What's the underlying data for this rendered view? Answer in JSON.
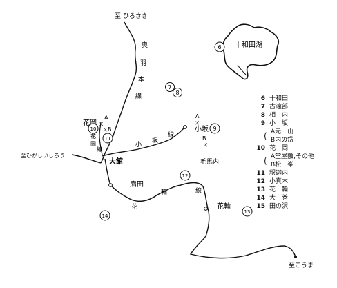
{
  "map": {
    "destinations": {
      "hirosaki": "至 ひろさき",
      "higashi_shiroishi": "至ひがしいしろう",
      "kouma": "至こうま"
    },
    "lines": {
      "ou": [
        "奥",
        "羽",
        "本",
        "線"
      ],
      "kosaka": [
        "小",
        "坂",
        "線"
      ],
      "hanawa": [
        "花",
        "輪",
        "線"
      ]
    },
    "places": {
      "towada_lake": "十和田湖",
      "odate": "大館",
      "ogita": "扇田",
      "kosaka": "小坂",
      "kemanai": "毛馬内",
      "hanaoka": "花岡",
      "hanawa": "花輪",
      "hanaoka_line": [
        "花",
        "岡",
        "線"
      ]
    },
    "mine_labels": {
      "kosaka_a": "A",
      "kosaka_b": "B",
      "hanaoka_a": "A",
      "hanaoka_b": "B"
    },
    "mine_symbol": "ㄨ",
    "markers": [
      {
        "id": "6",
        "label": "6"
      },
      {
        "id": "7",
        "label": "7"
      },
      {
        "id": "8",
        "label": "8"
      },
      {
        "id": "9",
        "label": "9"
      },
      {
        "id": "10",
        "label": "10"
      },
      {
        "id": "11",
        "label": "11"
      },
      {
        "id": "12",
        "label": "12"
      },
      {
        "id": "13",
        "label": "13"
      },
      {
        "id": "14",
        "label": "14"
      }
    ]
  },
  "legend": {
    "items": [
      {
        "num": "6",
        "name": "十和田"
      },
      {
        "num": "7",
        "name": "古遠部"
      },
      {
        "num": "8",
        "name": "相　内"
      },
      {
        "num": "9",
        "name": "小　坂"
      },
      {
        "num": "",
        "name": "",
        "sub_a": "A元　山",
        "sub_b": "B内の岱"
      },
      {
        "num": "10",
        "name": "花　岡"
      },
      {
        "num": "",
        "name": "",
        "sub_a": "A堂屋敷,その他",
        "sub_b": "B松　峯"
      },
      {
        "num": "11",
        "name": "釈迦内"
      },
      {
        "num": "12",
        "name": "小真木"
      },
      {
        "num": "13",
        "name": "花　輪"
      },
      {
        "num": "14",
        "name": "大　巻"
      },
      {
        "num": "15",
        "name": "田の沢"
      }
    ]
  },
  "colors": {
    "ink": "#111111",
    "background": "#ffffff"
  }
}
